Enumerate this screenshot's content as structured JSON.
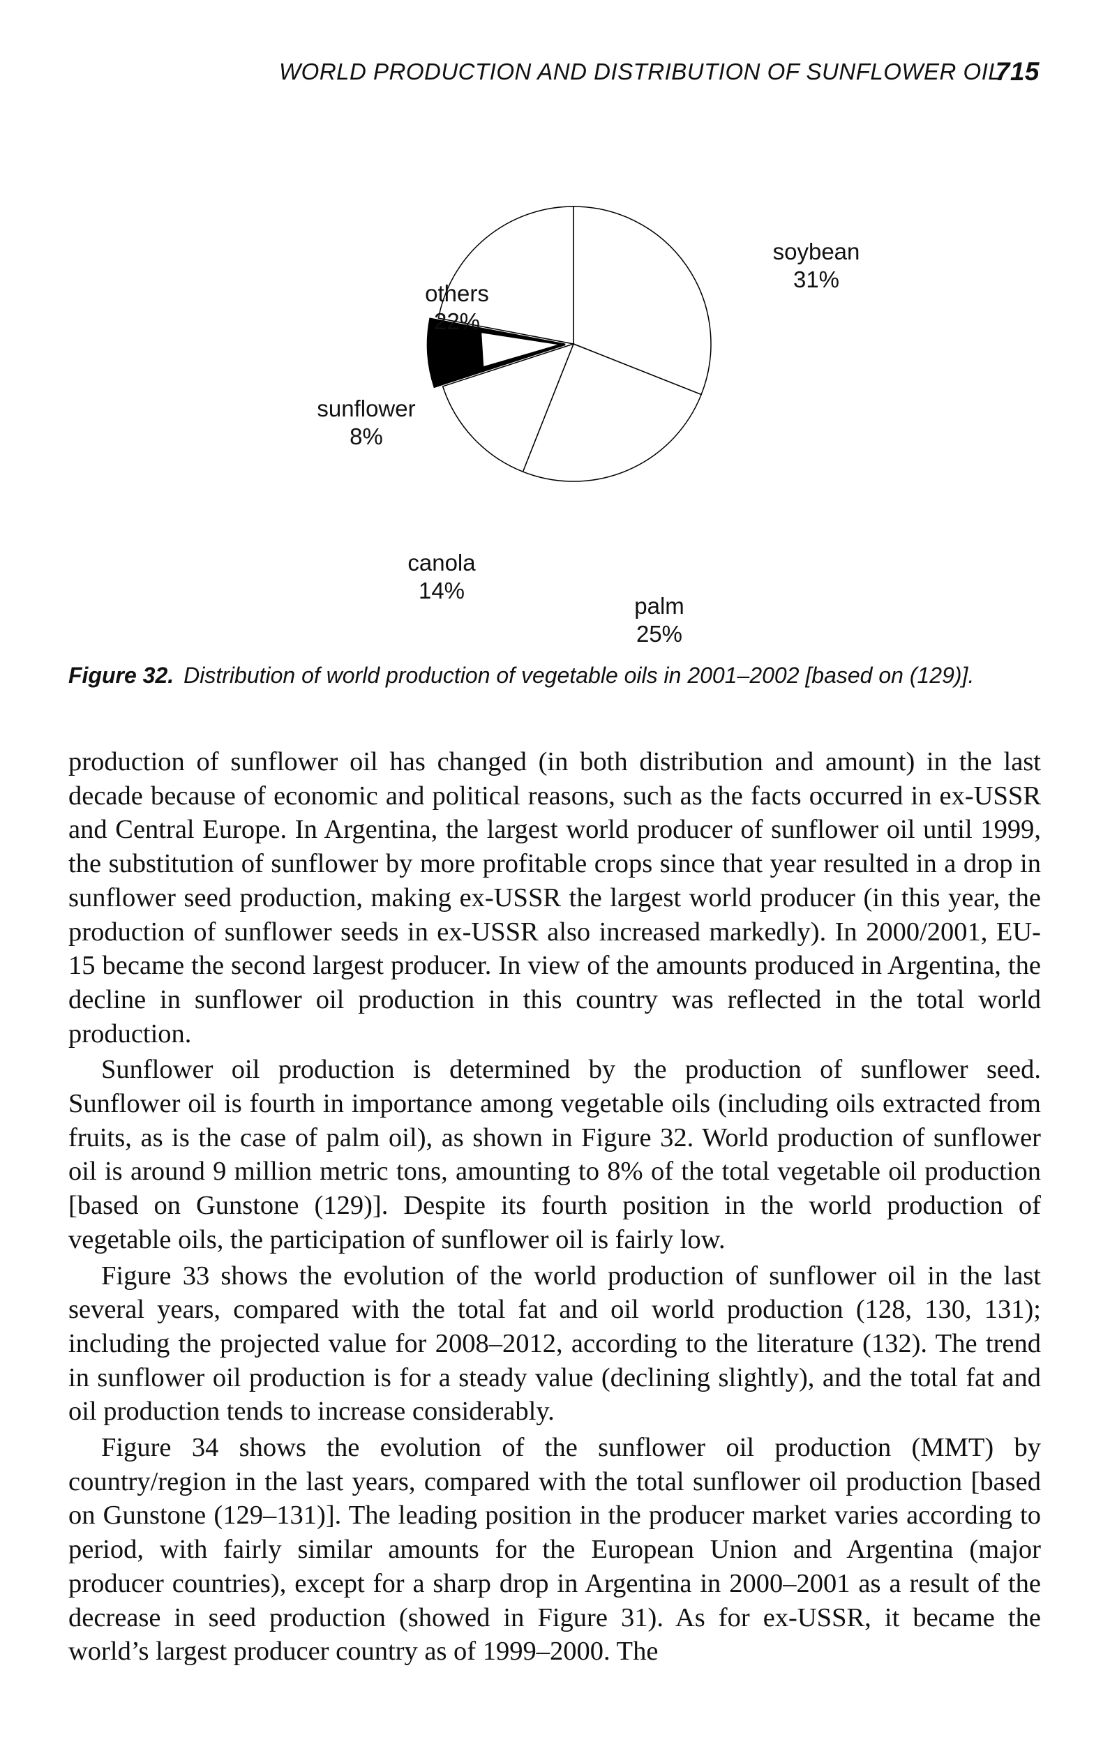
{
  "running_head": {
    "title": "WORLD PRODUCTION AND DISTRIBUTION OF SUNFLOWER OIL",
    "page_number": "715"
  },
  "chart_data": {
    "type": "pie",
    "title": "",
    "slices": [
      {
        "name": "soybean",
        "label": "31%",
        "value": 31
      },
      {
        "name": "palm",
        "label": "25%",
        "value": 25
      },
      {
        "name": "canola",
        "label": "14%",
        "value": 14
      },
      {
        "name": "sunflower",
        "label": "8%",
        "value": 8,
        "exploded": true,
        "fill": "#000000"
      },
      {
        "name": "others",
        "label": "22%",
        "value": 22
      }
    ],
    "colors": {
      "slice_fill": "#ffffff",
      "highlight_fill": "#000000",
      "stroke": "#000000"
    }
  },
  "caption": {
    "label": "Figure 32.",
    "text": "Distribution of world production of vegetable oils in 2001–2002 [based on (129)]."
  },
  "paragraphs": [
    "production of sunflower oil has changed (in both distribution and amount) in the last decade because of economic and political reasons, such as the facts occurred in ex-USSR and Central Europe. In Argentina, the largest world producer of sunflower oil until 1999, the substitution of sunflower by more profitable crops since that year resulted in a drop in sunflower seed production, making ex-USSR the largest world producer (in this year, the production of sunflower seeds in ex-USSR also increased markedly). In 2000/2001, EU-15 became the second largest producer. In view of the amounts produced in Argentina, the decline in sunflower oil production in this country was reflected in the total world production.",
    "Sunflower oil production is determined by the production of sunflower seed. Sunflower oil is fourth in importance among vegetable oils (including oils extracted from fruits, as is the case of palm oil), as shown in Figure 32. World production of sunflower oil is around 9 million metric tons, amounting to 8% of the total vegetable oil production [based on Gunstone (129)]. Despite its fourth position in the world production of vegetable oils, the participation of sunflower oil is fairly low.",
    "Figure 33 shows the evolution of the world production of sunflower oil in the last several years, compared with the total fat and oil world production (128, 130, 131); including the projected value for 2008–2012, according to the literature (132). The trend in sunflower oil production is for a steady value (declining slightly), and the total fat and oil production tends to increase considerably.",
    "Figure 34 shows the evolution of the sunflower oil production (MMT) by country/region in the last years, compared with the total sunflower oil production [based on Gunstone (129–131)]. The leading position in the producer market varies according to period, with fairly similar amounts for the European Union and Argentina (major producer countries), except for a sharp drop in Argentina in 2000–2001 as a result of the decrease in seed production (showed in Figure 31). As for ex-USSR, it became the world’s largest producer country as of 1999–2000. The"
  ]
}
